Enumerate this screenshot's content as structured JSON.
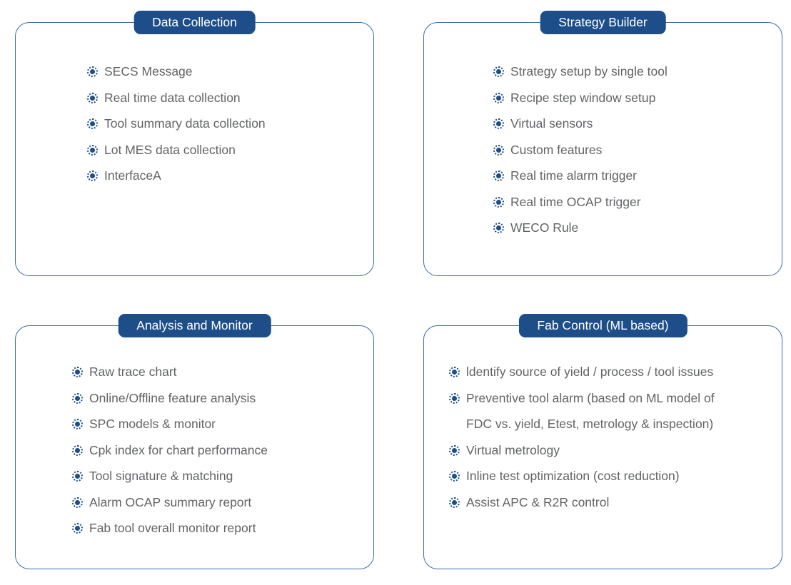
{
  "colors": {
    "badge_bg": "#1d4e8a",
    "badge_text": "#ffffff",
    "panel_border": "#3a6dab",
    "item_text": "#616365",
    "icon_blue": "#1d4e8a",
    "page_bg": "#ffffff"
  },
  "icon_legend": "target-bullet-icon: navy filled dot surrounded by dotted ring",
  "panels": [
    {
      "title": "Data Collection",
      "items": [
        {
          "text": "SECS Message"
        },
        {
          "text": "Real time data collection"
        },
        {
          "text": "Tool summary data collection"
        },
        {
          "text": "Lot MES data collection"
        },
        {
          "text": "InterfaceA"
        }
      ]
    },
    {
      "title": "Strategy Builder",
      "items": [
        {
          "text": "Strategy setup by single tool"
        },
        {
          "text": "Recipe step window setup"
        },
        {
          "text": "Virtual sensors"
        },
        {
          "text": "Custom features"
        },
        {
          "text": "Real time alarm trigger"
        },
        {
          "text": "Real time OCAP trigger"
        },
        {
          "text": "WECO Rule"
        }
      ]
    },
    {
      "title": "Analysis and Monitor",
      "items": [
        {
          "text": "Raw trace chart"
        },
        {
          "text": "Online/Offline feature analysis"
        },
        {
          "text": "SPC models & monitor"
        },
        {
          "text": "Cpk index for chart performance"
        },
        {
          "text": "Tool signature & matching"
        },
        {
          "text": "Alarm OCAP summary report"
        },
        {
          "text": "Fab tool overall monitor report"
        }
      ]
    },
    {
      "title": "Fab Control (ML based)",
      "items": [
        {
          "text": "ldentify source of yield / process / tool issues"
        },
        {
          "text": "Preventive tool alarm (based on ML model of",
          "text2": "FDC vs. yield, Etest, metrology & inspection)"
        },
        {
          "text": "Virtual metrology"
        },
        {
          "text": "Inline test optimization (cost reduction)"
        },
        {
          "text": "Assist APC & R2R control"
        }
      ]
    }
  ]
}
